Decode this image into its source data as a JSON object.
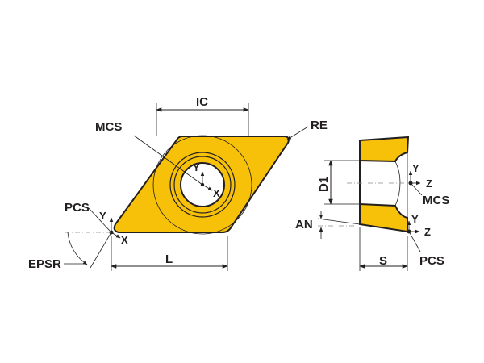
{
  "colors": {
    "insert_fill": "#f7c10a",
    "outline": "#231f20",
    "centerline": "#888888",
    "background": "#ffffff"
  },
  "labels": {
    "ic": "IC",
    "re": "RE",
    "mcs_left": "MCS",
    "pcs_left": "PCS",
    "epsr": "EPSR",
    "l": "L",
    "y_center": "Y",
    "x_center": "X",
    "y_pcs_left": "Y",
    "x_pcs_left": "X",
    "d1": "D1",
    "an": "AN",
    "s": "S",
    "y_mcs_right": "Y",
    "z_mcs_right": "Z",
    "mcs_right": "MCS",
    "y_pcs_right": "Y",
    "z_pcs_right": "Z",
    "pcs_right": "PCS"
  }
}
